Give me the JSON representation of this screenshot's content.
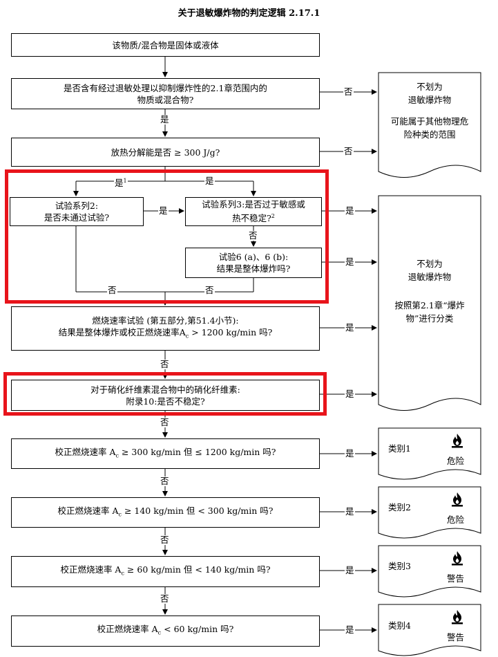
{
  "title": "关于退敏爆炸物的判定逻辑 2.17.1",
  "boxes": {
    "b1": "该物质/混合物是固体或液体",
    "b2_line1": "是否含有经过退敏处理以抑制爆炸性的2.1章范围内的",
    "b2_line2": "物质或混合物?",
    "b3": "放热分解能是否 ≥ 300 J/g?",
    "b4_line1": "试验系列2:",
    "b4_line2": "是否未通过试验?",
    "b5_line1": "试验系列3:是否过于敏感或",
    "b5_line2": "热不稳定?",
    "b5_sup": "2",
    "b6_line1": "试验6 (a)、6 (b):",
    "b6_line2": "结果是整体爆炸吗?",
    "b7_line1": "燃烧速率试验 (第五部分,第51.4小节):",
    "b7_line2_pre": "结果是整体爆炸或校正燃烧速率A",
    "b7_sub": "c",
    "b7_line2_post": " > 1200 kg/min 吗?",
    "b8_line1": "对于硝化纤维素混合物中的硝化纤维素:",
    "b8_line2": "附录10:是否不稳定?",
    "b9_pre": "校正燃烧速率 A",
    "b9_sub": "c",
    "b9_post": " ≥ 300 kg/min 但 ≤ 1200 kg/min 吗?",
    "b10_pre": "校正燃烧速率 A",
    "b10_sub": "c",
    "b10_post": " ≥ 140 kg/min 但 < 300 kg/min 吗?",
    "b11_pre": "校正燃烧速率 A",
    "b11_sub": "c",
    "b11_post": " ≥ 60 kg/min 但 < 140 kg/min 吗?",
    "b12_pre": "校正燃烧速率 A",
    "b12_sub": "c",
    "b12_post": " < 60 kg/min 吗?"
  },
  "labels": {
    "yes": "是",
    "no": "否",
    "yes_sup": "1"
  },
  "results": {
    "r1_line1": "不划为",
    "r1_line2": "退敏爆炸物",
    "r1_line3": "可能属于其他物理危",
    "r1_line4": "险种类的范围",
    "r2_line1": "不划为",
    "r2_line2": "退敏爆炸物",
    "r2_line3": "按照第2.1章“爆炸",
    "r2_line4": "物”进行分类",
    "cat1": "类别1",
    "cat2": "类别2",
    "cat3": "类别3",
    "cat4": "类别4",
    "hz1": "危险",
    "hz2": "危险",
    "hz3": "警告",
    "hz4": "警告",
    "pictogram": "flame-icon"
  },
  "colors": {
    "highlight": "#e8141b",
    "line": "#000000"
  }
}
